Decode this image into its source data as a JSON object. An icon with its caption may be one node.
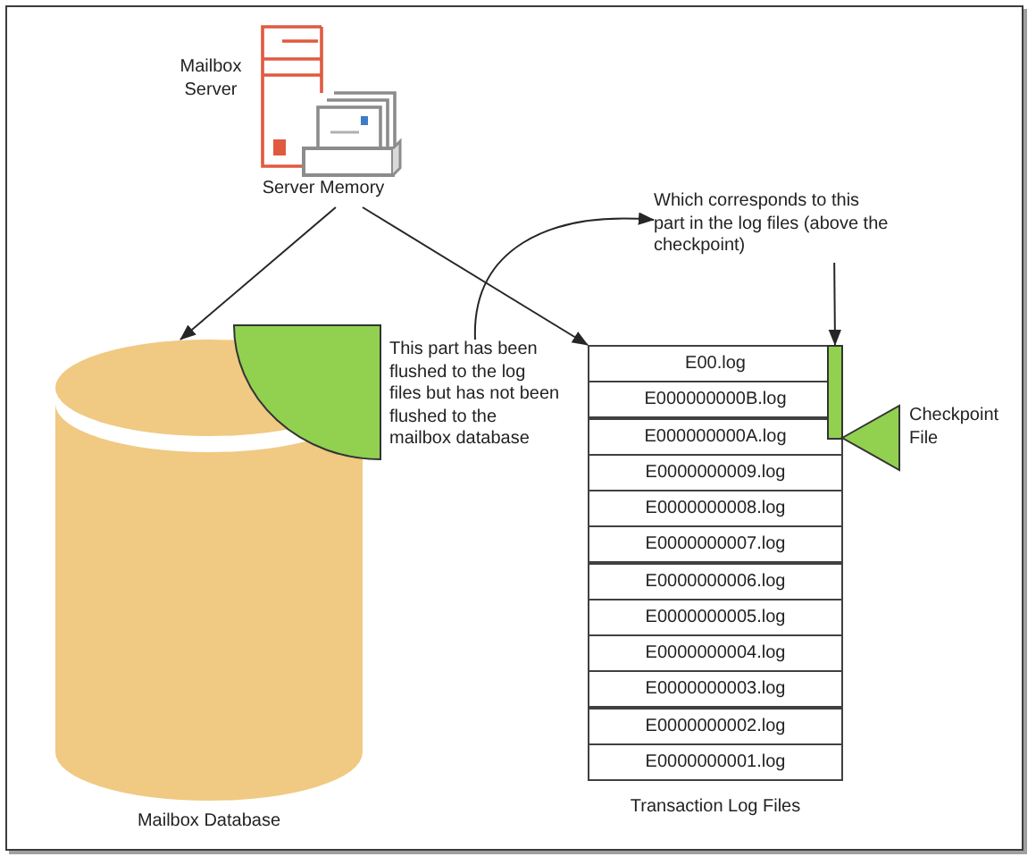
{
  "diagram": {
    "nodes": [
      {
        "text": [
          "Server Memory"
        ],
        "beside": [
          "Mailbox Server"
        ]
      },
      {
        "text": [
          "Mailbox Database"
        ]
      },
      {
        "text": [],
        "shape": "wedge"
      },
      {
        "text": [
          "This part has been flushed to the log files but has not been flushed to the mailbox database"
        ]
      },
      {
        "text": [
          "Which corresponds to this part in the log files (above the checkpoint)"
        ]
      },
      {
        "text": [
          "Transaction Log Files"
        ]
      },
      {
        "text": [
          "E00.log"
        ],
        "in": 5
      },
      {
        "text": [
          "E000000000B.log"
        ],
        "in": 5
      },
      {
        "text": [
          "E000000000A.log"
        ],
        "in": 5
      },
      {
        "text": [
          "E0000000009.log"
        ],
        "in": 5
      },
      {
        "text": [
          "E0000000008.log"
        ],
        "in": 5
      },
      {
        "text": [
          "E0000000007.log"
        ],
        "in": 5
      },
      {
        "text": [
          "E0000000006.log"
        ],
        "in": 5
      },
      {
        "text": [
          "E0000000005.log"
        ],
        "in": 5
      },
      {
        "text": [
          "E0000000004.log"
        ],
        "in": 5
      },
      {
        "text": [
          "E0000000003.log"
        ],
        "in": 5
      },
      {
        "text": [
          "E0000000002.log"
        ],
        "in": 5
      },
      {
        "text": [
          "E0000000001.log"
        ],
        "in": 5
      },
      {
        "text": [],
        "shape": "bar",
        "in": 5
      },
      {
        "text": [],
        "shape": "triangle",
        "beside": [
          "Checkpoint File"
        ]
      }
    ],
    "edges": [
      {
        "from": 0,
        "to": 1,
        "arrow": "to"
      },
      {
        "from": 0,
        "to": 5,
        "arrow": "to"
      },
      {
        "from": 3,
        "to": 4,
        "arrow": "to"
      },
      {
        "from": 4,
        "to": 18,
        "arrow": "to"
      }
    ]
  }
}
